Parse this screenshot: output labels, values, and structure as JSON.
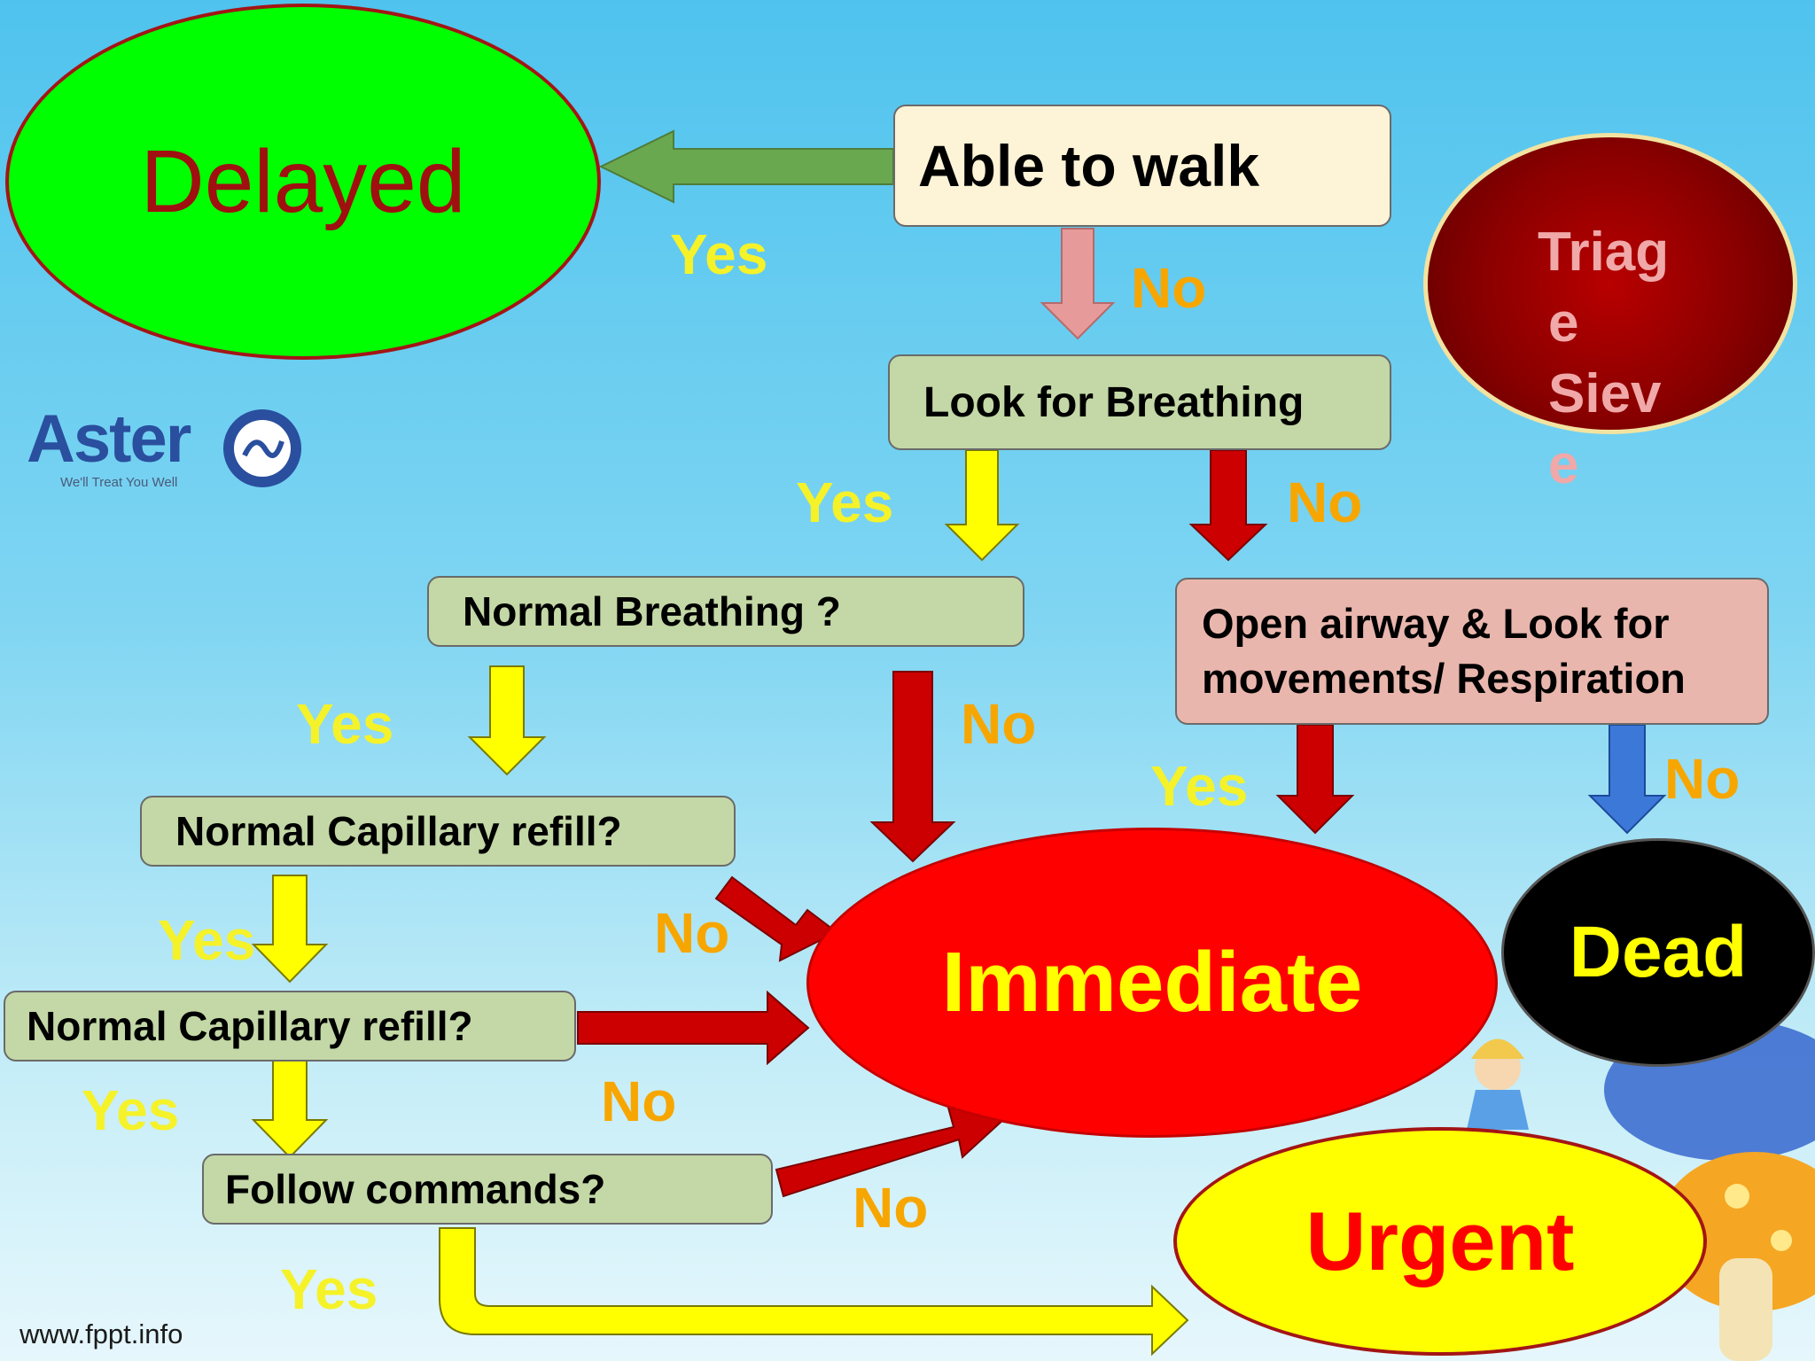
{
  "diagram": {
    "nodes": {
      "delayed": "Delayed",
      "able_to_walk": "Able to walk",
      "look_for_breathing": "Look for Breathing",
      "normal_breathing": "Normal Breathing ?",
      "open_airway": "Open airway & Look for movements/ Respiration",
      "cap_refill_1": "Normal Capillary refill?",
      "cap_refill_2": "Normal Capillary refill?",
      "follow_commands": "Follow commands?",
      "immediate": "Immediate",
      "dead": "Dead",
      "urgent": "Urgent"
    },
    "sieve_title": [
      "Triag",
      "e",
      "Siev",
      "e"
    ],
    "edge_labels": {
      "walk_yes": "Yes",
      "walk_no": "No",
      "breathing_yes": "Yes",
      "breathing_no": "No",
      "normal_breathing_yes": "Yes",
      "normal_breathing_no": "No",
      "airway_yes": "Yes",
      "airway_no": "No",
      "cap1_yes": "Yes",
      "cap1_no": "No",
      "cap2_yes": "Yes",
      "cap2_no": "No",
      "commands_yes": "Yes",
      "commands_no": "No"
    },
    "colors": {
      "delayed": "#00ff00",
      "immediate": "#ff0000",
      "urgent": "#ffff00",
      "dead": "#000000",
      "sieve": "#a10000"
    }
  },
  "logo": {
    "name": "Aster",
    "tagline": "We'll Treat You Well",
    "icon": "aster-logo-icon"
  },
  "footer": {
    "url": "www.fppt.info"
  }
}
